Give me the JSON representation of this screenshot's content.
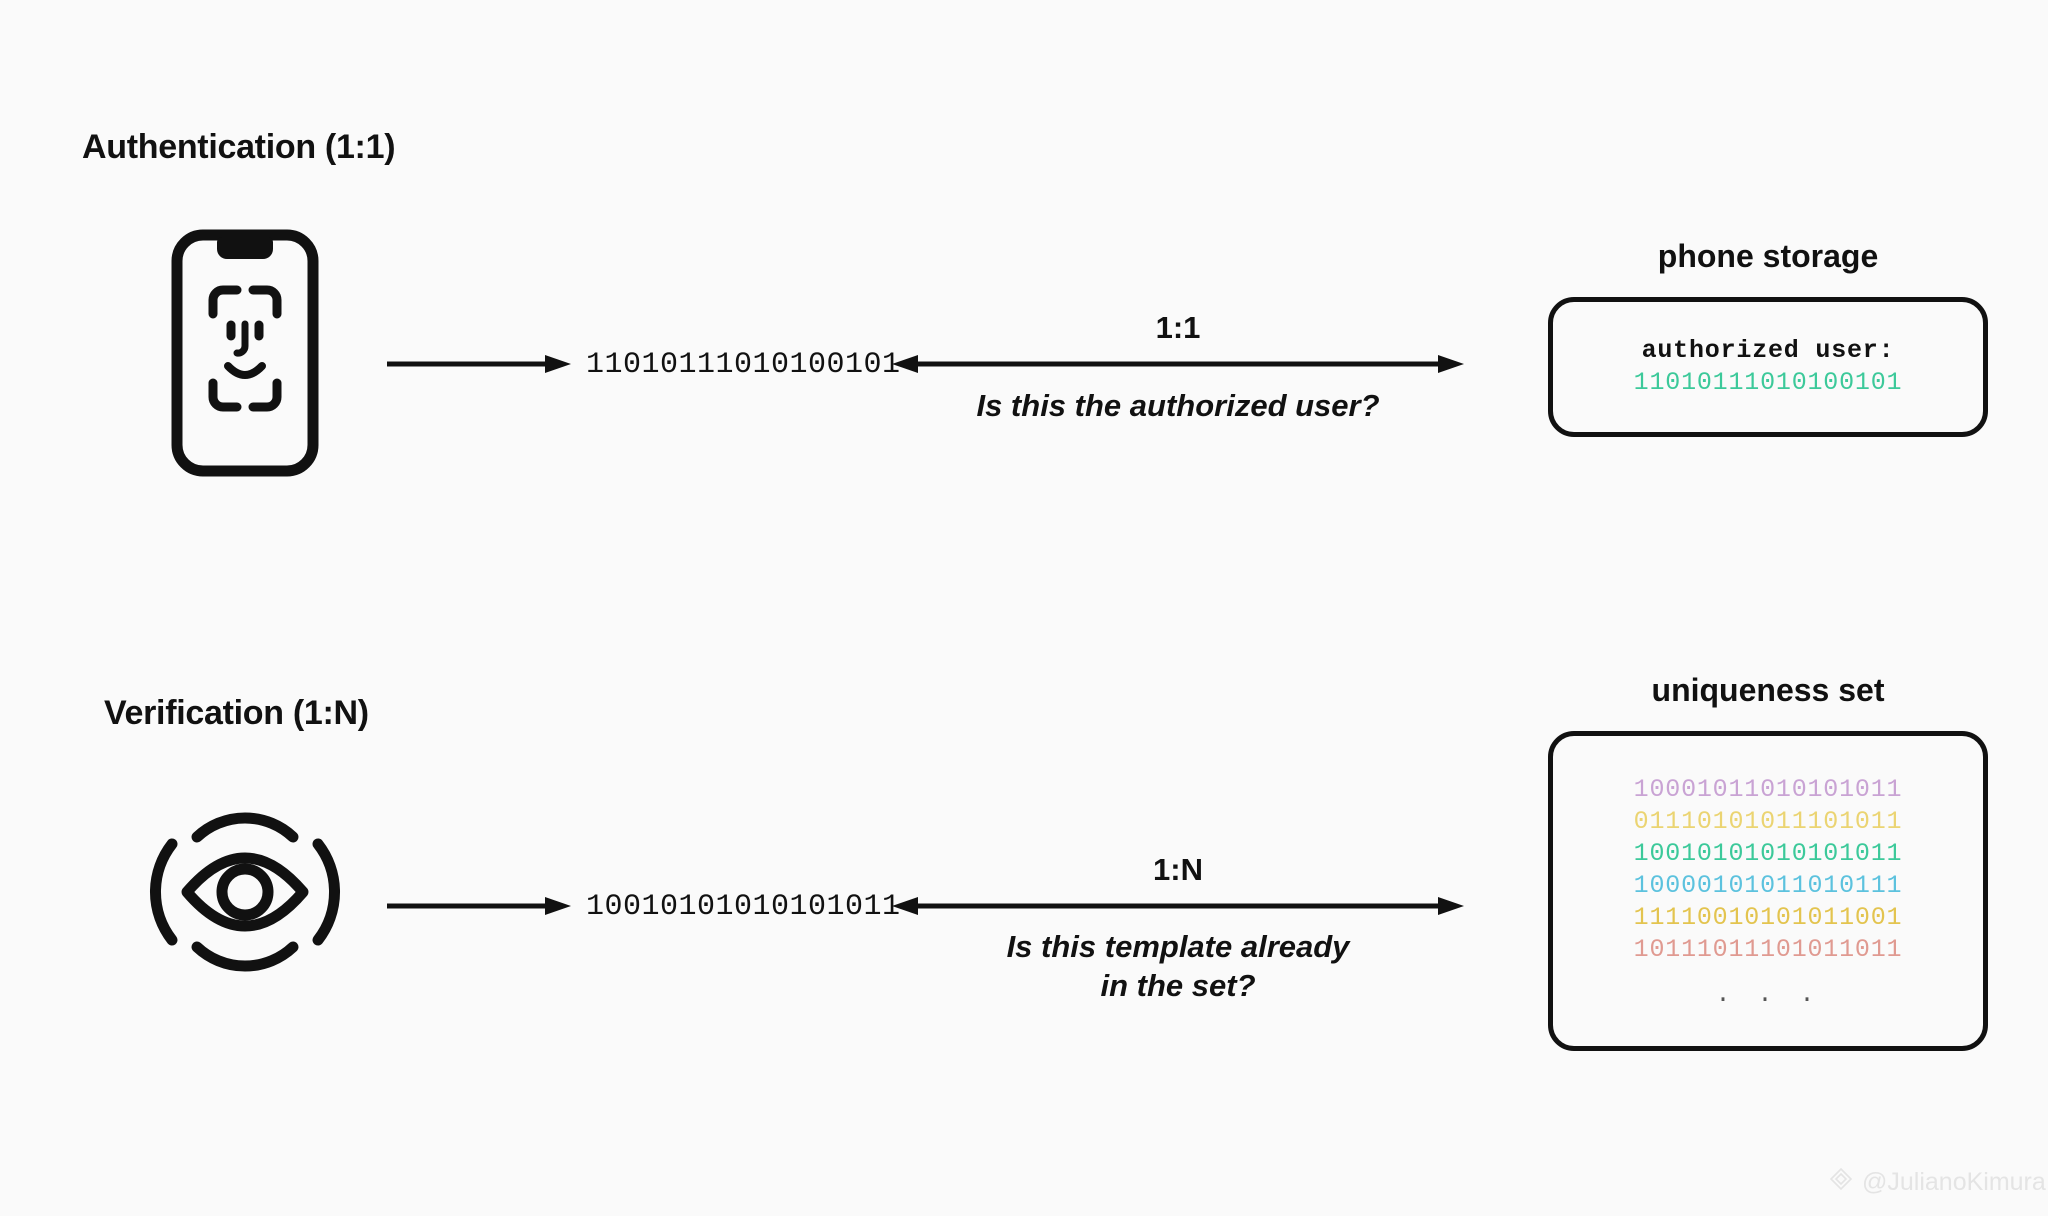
{
  "background_color": "#fafafa",
  "sections": [
    {
      "heading": "Authentication (1:1)",
      "source_icon": "face-id-phone-icon",
      "template": "11010111010100101",
      "ratio": "1:1",
      "question": "Is this the authorized user?",
      "panel": {
        "title": "phone storage",
        "label": "authorized user:",
        "value": "11010111010100101",
        "value_color": "#3cc99a"
      }
    },
    {
      "heading": "Verification (1:N)",
      "source_icon": "iris-scan-eye-icon",
      "template": "10010101010101011",
      "ratio": "1:N",
      "question": "Is this template already\nin the set?",
      "panel": {
        "title": "uniqueness set",
        "ellipsis": ". . .",
        "entries": [
          {
            "value": "10001011010101011",
            "color": "#c9a3d4"
          },
          {
            "value": "01110101011101011",
            "color": "#ebd472"
          },
          {
            "value": "10010101010101011",
            "color": "#3cc99a"
          },
          {
            "value": "10000101011010111",
            "color": "#5cc2de"
          },
          {
            "value": "11110010101011001",
            "color": "#e3c44f"
          },
          {
            "value": "10111011101011011",
            "color": "#e09a91"
          }
        ]
      }
    }
  ],
  "watermark": {
    "icon": "diamond-logo-icon",
    "handle": "@JulianoKimura"
  }
}
